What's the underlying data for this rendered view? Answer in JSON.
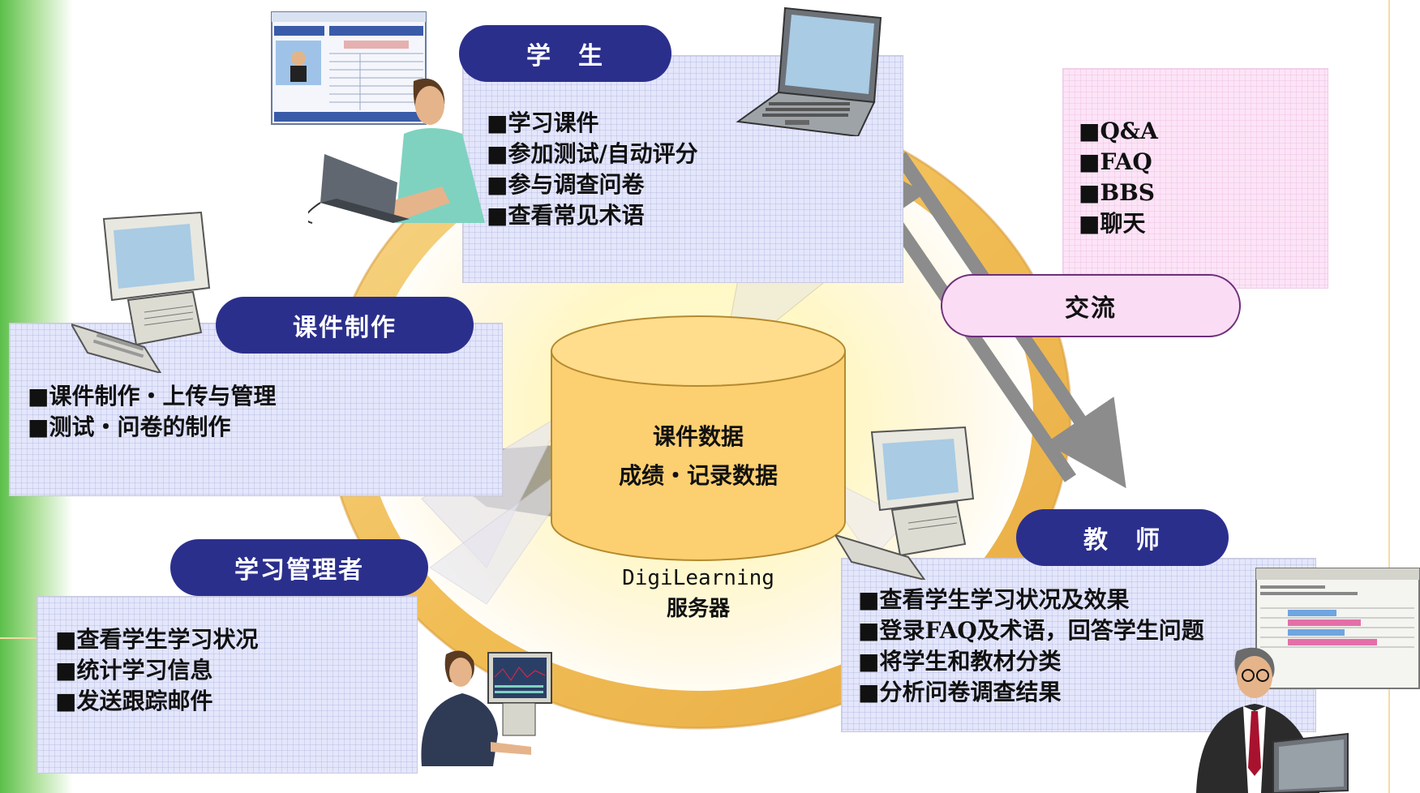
{
  "student": {
    "title": "学　生",
    "items": [
      "■学习课件",
      "■参加测试/自动评分",
      "■参与调查问卷",
      "■查看常见术语"
    ]
  },
  "author": {
    "title": "课件制作",
    "items": [
      "■课件制作・上传与管理",
      "■测试・问卷的制作"
    ]
  },
  "manager": {
    "title": "学习管理者",
    "items": [
      "■查看学生学习状况",
      "■统计学习信息",
      "■发送跟踪邮件"
    ]
  },
  "teacher": {
    "title": "教　师",
    "items": [
      "■查看学生学习状况及效果",
      "■登录FAQ及术语，回答学生问题",
      "■将学生和教材分类",
      "■分析问卷调查结果"
    ]
  },
  "exchange": {
    "title": "交流",
    "items": [
      "■Q&A",
      "■FAQ",
      "■BBS",
      "■聊天"
    ]
  },
  "database": {
    "line1": "课件数据",
    "line2": "成绩・记录数据"
  },
  "server": {
    "line1": "DigiLearning",
    "line2": "服务器"
  },
  "colors": {
    "pill_blue": "#2b2f8c",
    "ring": "#f3c463",
    "cylinder": "#fccf71",
    "panel_blue": "#e4e6fb",
    "panel_pink": "#fce4f6",
    "arrow": "#8c8c8c"
  }
}
